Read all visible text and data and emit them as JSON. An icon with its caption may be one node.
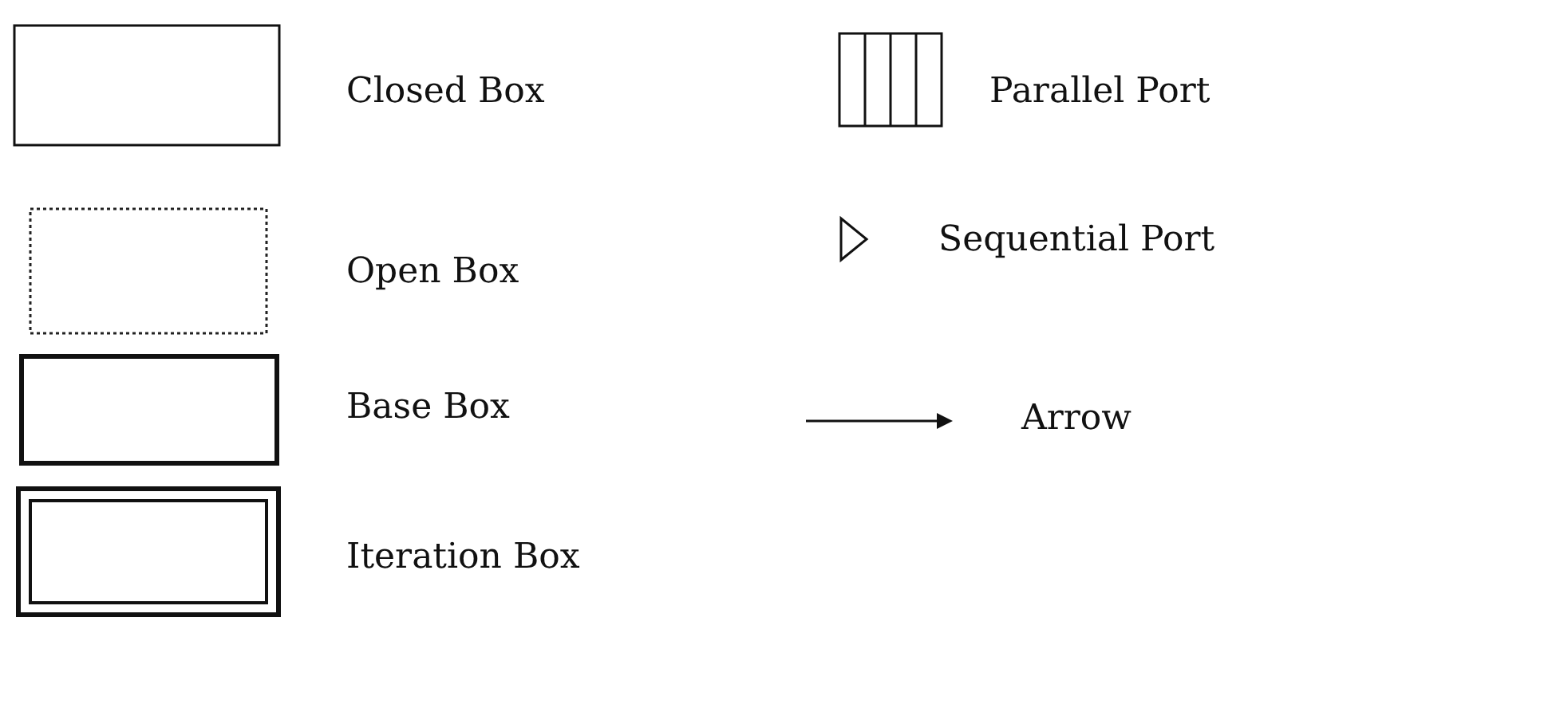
{
  "diagram": {
    "legend": [
      {
        "text": "Closed Box"
      },
      {
        "text": "Open Box"
      },
      {
        "text": "Base Box"
      },
      {
        "text": "Iteration Box"
      },
      {
        "text": "Parallel Port"
      },
      {
        "text": "Sequential Port"
      },
      {
        "text": "Arrow"
      }
    ]
  }
}
